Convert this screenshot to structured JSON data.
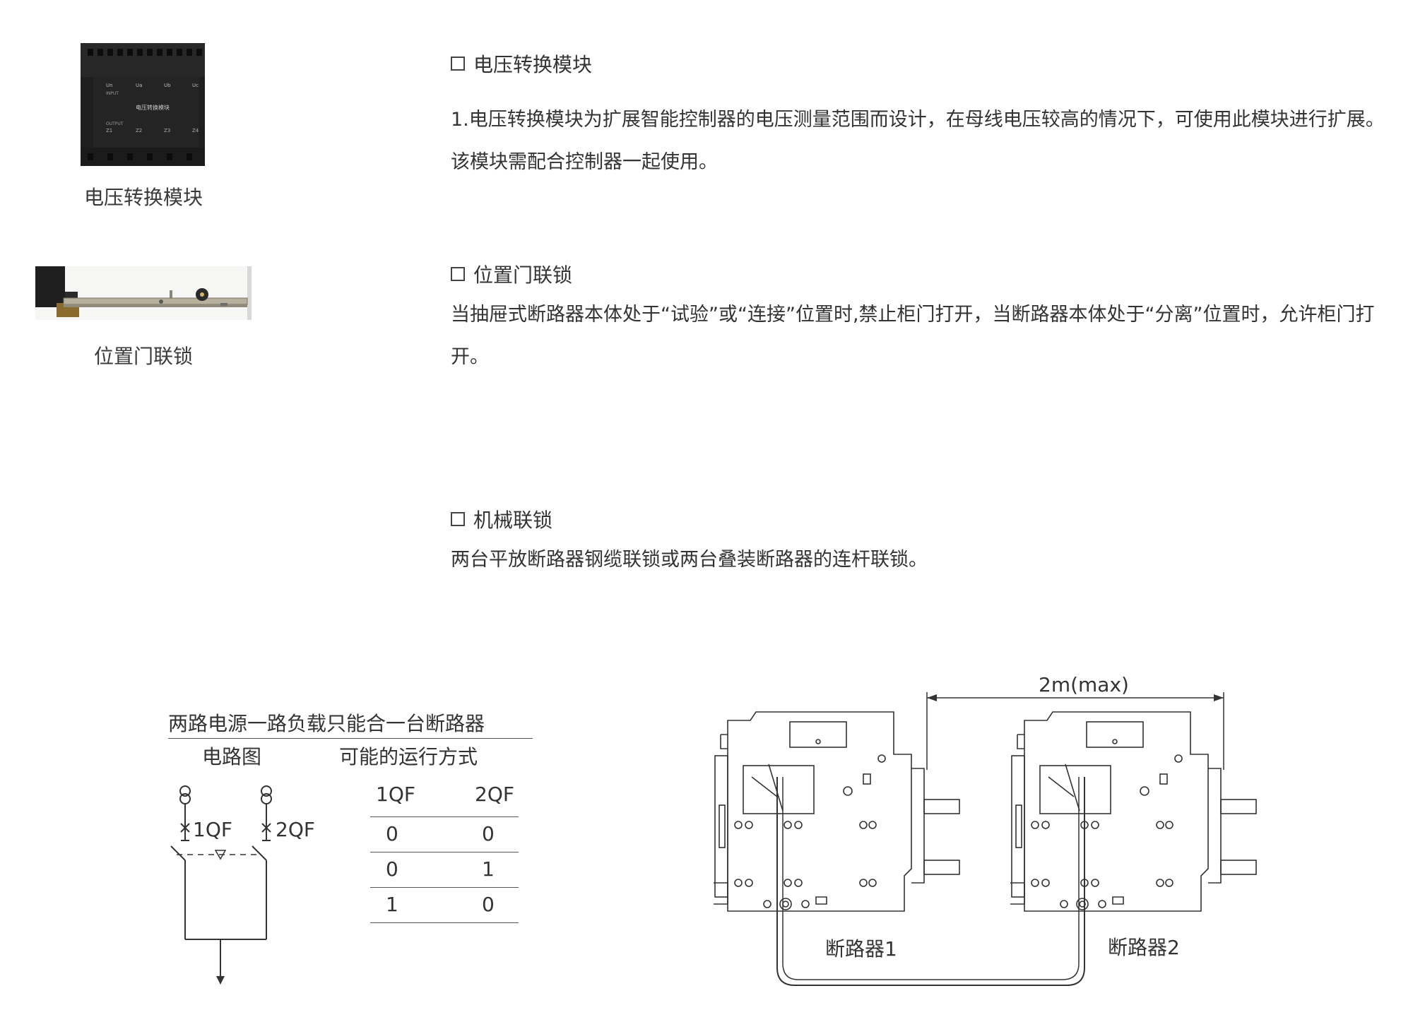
{
  "images": {
    "module_caption": "电压转换模块",
    "module_labels": [
      "Un",
      "Ua",
      "Ub",
      "Uc",
      "INPUT",
      "电压转换模块",
      "OUTPUT",
      "Z1",
      "Z2",
      "Z3",
      "Z4"
    ],
    "lock_caption": "位置门联锁"
  },
  "sections": [
    {
      "title": "电压转换模块",
      "body": "1.电压转换模块为扩展智能控制器的电压测量范围而设计，在母线电压较高的情况下，可使用此模块进行扩展。该模块需配合控制器一起使用。"
    },
    {
      "title": "位置门联锁",
      "body": "当抽屉式断路器本体处于“试验”或“连接”位置时,禁止柜门打开，当断路器本体处于“分离”位置时，允许柜门打开。"
    },
    {
      "title": "机械联锁",
      "body": "两台平放断路器钢缆联锁或两台叠装断路器的连杆联锁。"
    }
  ],
  "diagram": {
    "title": "两路电源一路负载只能合一台断路器",
    "circuit_header": "电路图",
    "modes_header": "可能的运行方式",
    "breaker_1": "1QF",
    "breaker_2": "2QF",
    "table": {
      "columns": [
        "1QF",
        "2QF"
      ],
      "rows": [
        [
          "0",
          "0"
        ],
        [
          "0",
          "1"
        ],
        [
          "1",
          "0"
        ]
      ]
    }
  },
  "interlock": {
    "distance_label": "2m(max)",
    "breaker_1_label": "断路器1",
    "breaker_2_label": "断路器2"
  },
  "colors": {
    "text": "#333333",
    "line": "#555555",
    "module_body": "#1e1f1e"
  }
}
